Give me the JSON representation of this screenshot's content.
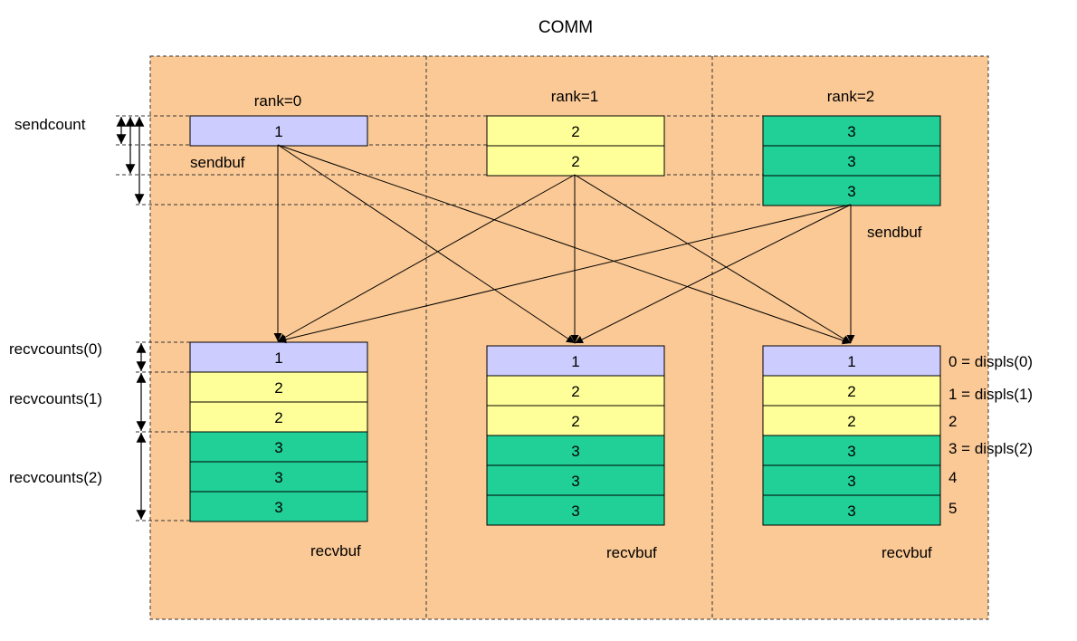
{
  "title": "COMM",
  "colors": {
    "background": "#fbc995",
    "cell_1": "#ccccff",
    "cell_2": "#ffff99",
    "cell_3": "#20d097"
  },
  "ranks": [
    {
      "label": "rank=0",
      "sendbuf": {
        "label": "sendbuf",
        "cells": [
          "1"
        ]
      },
      "recvbuf": {
        "label": "recvbuf",
        "cells": [
          "1",
          "2",
          "2",
          "3",
          "3",
          "3"
        ]
      }
    },
    {
      "label": "rank=1",
      "sendbuf": {
        "label": "",
        "cells": [
          "2",
          "2"
        ]
      },
      "recvbuf": {
        "label": "recvbuf",
        "cells": [
          "1",
          "2",
          "2",
          "3",
          "3",
          "3"
        ]
      }
    },
    {
      "label": "rank=2",
      "sendbuf": {
        "label": "sendbuf",
        "cells": [
          "3",
          "3",
          "3"
        ]
      },
      "recvbuf": {
        "label": "recvbuf",
        "cells": [
          "1",
          "2",
          "2",
          "3",
          "3",
          "3"
        ]
      }
    }
  ],
  "left_labels": {
    "sendcount": "sendcount",
    "recvcounts": [
      "recvcounts(0)",
      "recvcounts(1)",
      "recvcounts(2)"
    ]
  },
  "right_labels": [
    "0 = displs(0)",
    "1 = displs(1)",
    "2",
    "3 = displs(2)",
    "4",
    "5"
  ]
}
